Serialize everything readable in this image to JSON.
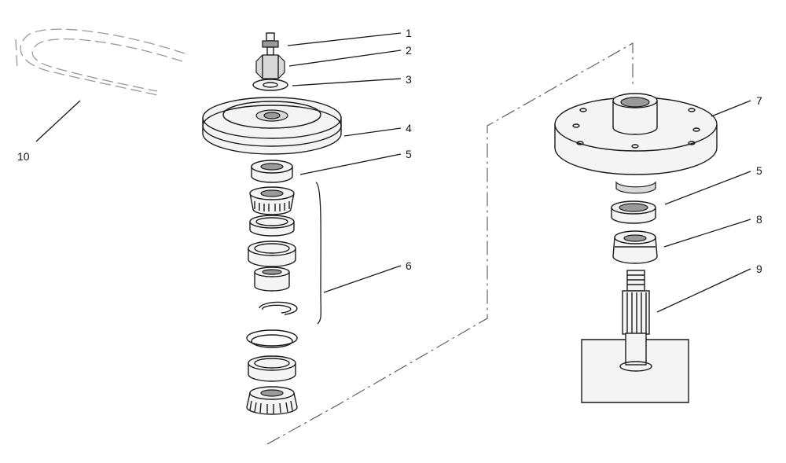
{
  "callouts": {
    "c1": "1",
    "c2": "2",
    "c3": "3",
    "c4": "4",
    "c5a": "5",
    "c6": "6",
    "c7": "7",
    "c5b": "5",
    "c8": "8",
    "c9": "9",
    "c10": "10"
  }
}
